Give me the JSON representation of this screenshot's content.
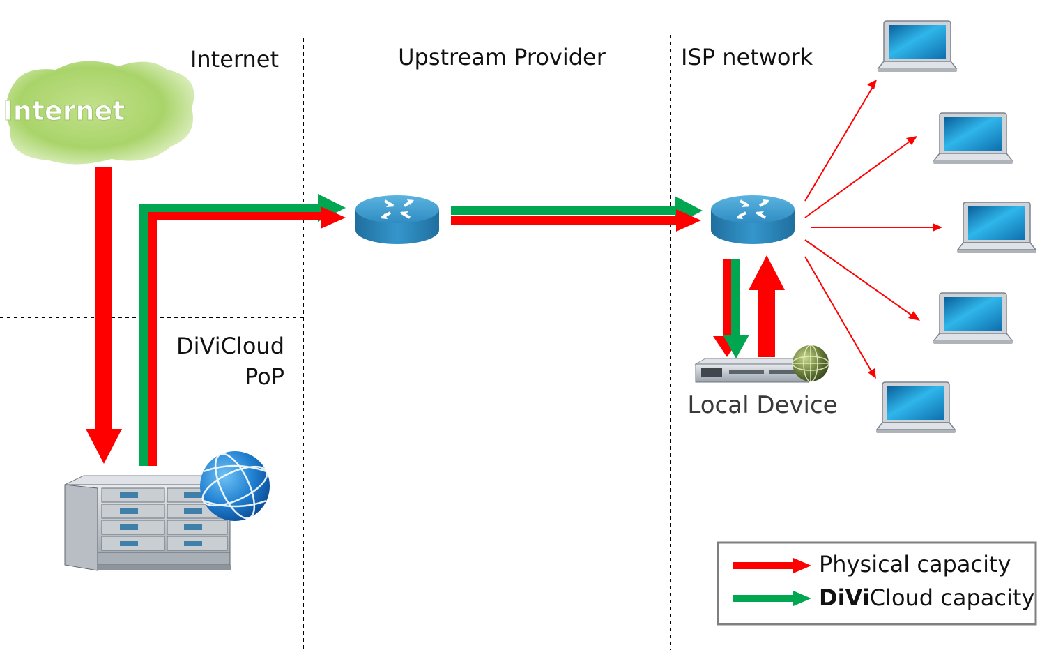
{
  "regions": {
    "internet_label": "Internet",
    "upstream_label": "Upstream Provider",
    "isp_label": "ISP network",
    "pop_label_line1": "DiViCloud",
    "pop_label_line2": "PoP"
  },
  "nodes": {
    "cloud_label": "Internet",
    "local_device_label": "Local Device"
  },
  "legend": {
    "physical_label": "Physical capacity",
    "divicloud_bold": "DiVi",
    "divicloud_rest": "Cloud capacity"
  },
  "colors": {
    "physical": "#ff0000",
    "divicloud": "#00a650",
    "router": "#2e8fc0",
    "screen": "#1a9fd8"
  }
}
